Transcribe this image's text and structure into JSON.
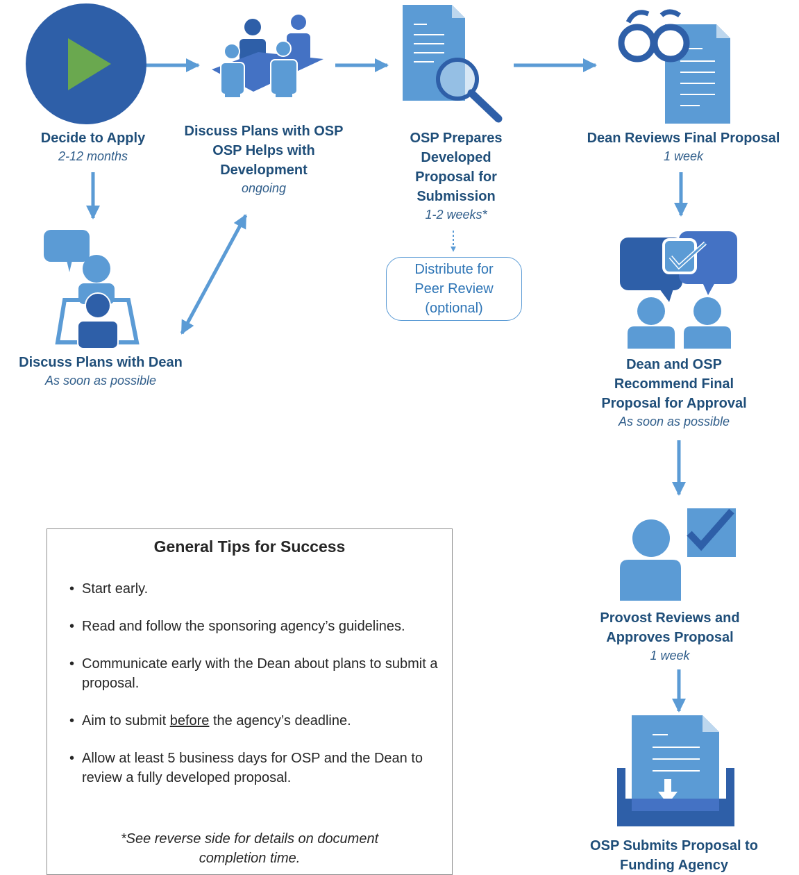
{
  "colors": {
    "dark_blue": "#2e5fa8",
    "mid_blue": "#4472c4",
    "light_blue": "#5b9bd5",
    "arrow": "#5b9bd5",
    "play_green": "#6aa84f",
    "title_text": "#1f4e79"
  },
  "steps": [
    {
      "id": "decide",
      "title": [
        "Decide to Apply"
      ],
      "duration": "2-12 months",
      "icon": "play-circle-icon"
    },
    {
      "id": "dean-plans",
      "title": [
        "Discuss Plans with Dean"
      ],
      "duration": "As soon as possible",
      "icon": "meeting-icon"
    },
    {
      "id": "osp-plans",
      "title": [
        "Discuss Plans with OSP",
        "OSP Helps with",
        "Development"
      ],
      "duration": "ongoing",
      "icon": "team-icon"
    },
    {
      "id": "osp-prepares",
      "title": [
        "OSP Prepares",
        "Developed",
        "Proposal for",
        "Submission"
      ],
      "duration": "1-2 weeks*",
      "icon": "document-magnifier-icon"
    },
    {
      "id": "dean-reviews",
      "title": [
        "Dean Reviews Final Proposal"
      ],
      "duration": "1 week",
      "icon": "glasses-document-icon"
    },
    {
      "id": "recommend",
      "title": [
        "Dean and OSP",
        "Recommend Final",
        "Proposal for Approval"
      ],
      "duration": "As soon as possible",
      "icon": "discussion-checkmark-icon"
    },
    {
      "id": "provost",
      "title": [
        "Provost Reviews and",
        "Approves Proposal"
      ],
      "duration": "1 week",
      "icon": "person-checkbox-icon"
    },
    {
      "id": "submit",
      "title": [
        "OSP Submits Proposal to",
        "Funding Agency"
      ],
      "duration": "",
      "icon": "inbox-document-icon"
    }
  ],
  "peer_review": [
    "Distribute for",
    "Peer Review",
    "(optional)"
  ],
  "tips": {
    "title": "General Tips for Success",
    "bullet": "•",
    "items": [
      "Start early.",
      "Read and follow the sponsoring agency’s guidelines.",
      "Communicate early with the Dean about plans to submit a proposal.",
      {
        "before": "Aim to submit ",
        "underlined": "before",
        "after": " the agency’s deadline."
      },
      "Allow at least 5 business days for OSP and the Dean to review a fully developed proposal."
    ],
    "note": [
      "*See reverse side for details on document",
      "completion time."
    ]
  }
}
